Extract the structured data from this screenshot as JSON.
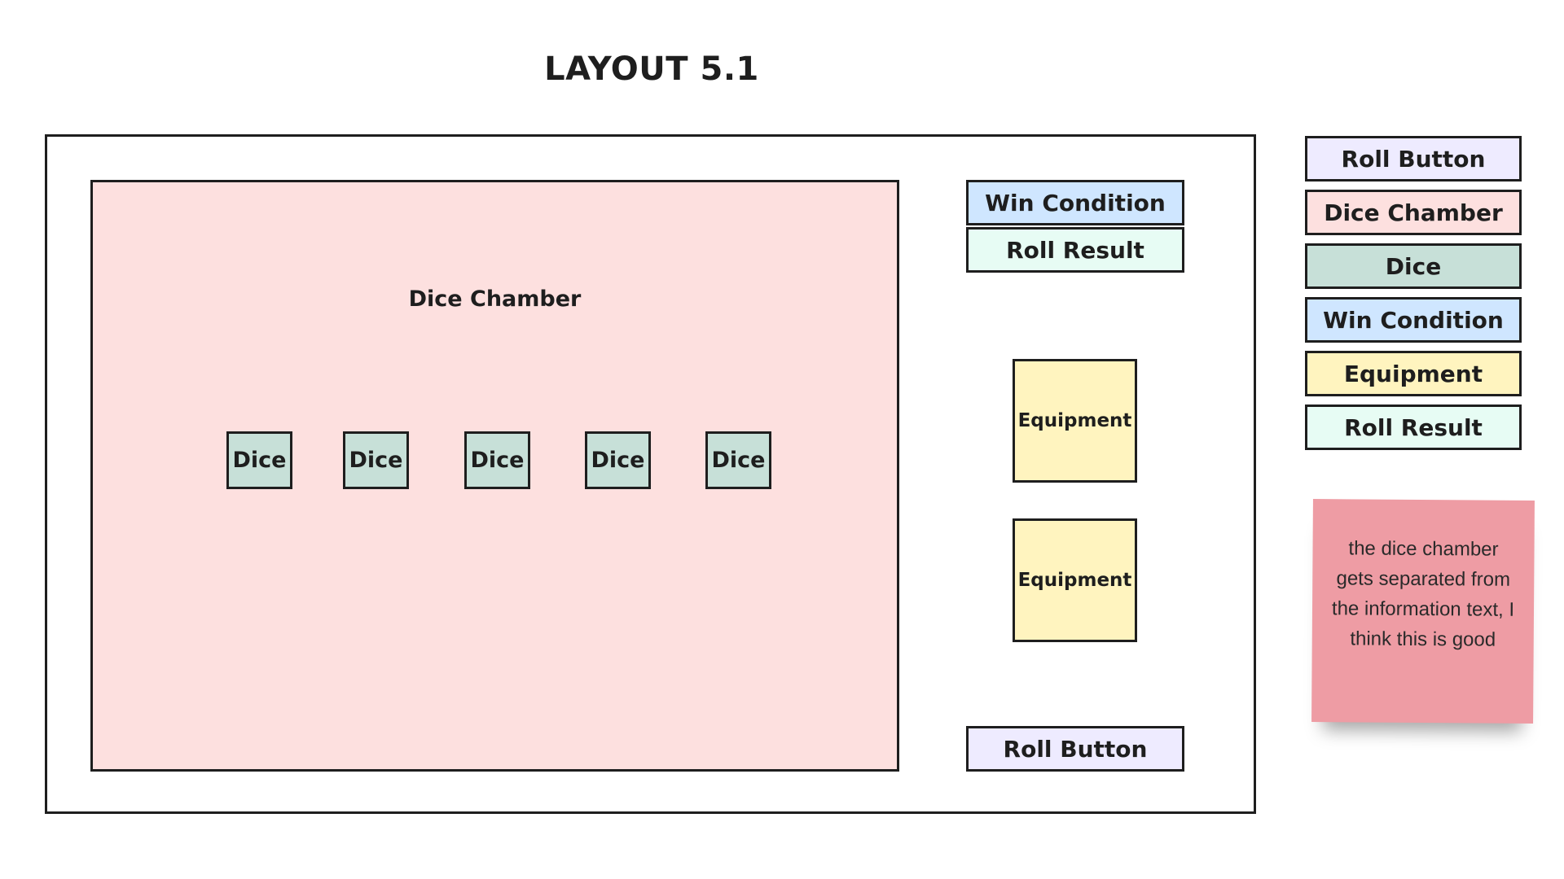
{
  "title": "LAYOUT 5.1",
  "chamber": {
    "label": "Dice Chamber"
  },
  "dice": [
    "Dice",
    "Dice",
    "Dice",
    "Dice",
    "Dice"
  ],
  "side_panel": {
    "win_condition": "Win Condition",
    "roll_result": "Roll Result",
    "equipment": [
      "Equipment",
      "Equipment"
    ],
    "roll_button": "Roll Button"
  },
  "legend": [
    {
      "label": "Roll Button",
      "color": "#eeebff"
    },
    {
      "label": "Dice Chamber",
      "color": "#fde0df"
    },
    {
      "label": "Dice",
      "color": "#c7e0d8"
    },
    {
      "label": "Win Condition",
      "color": "#cfe6ff"
    },
    {
      "label": "Equipment",
      "color": "#fff4bf"
    },
    {
      "label": "Roll Result",
      "color": "#e7fcf4"
    }
  ],
  "sticky_note": {
    "text": "the dice chamber gets separated from the information text, I think this is good",
    "color": "#ee9ca4"
  }
}
